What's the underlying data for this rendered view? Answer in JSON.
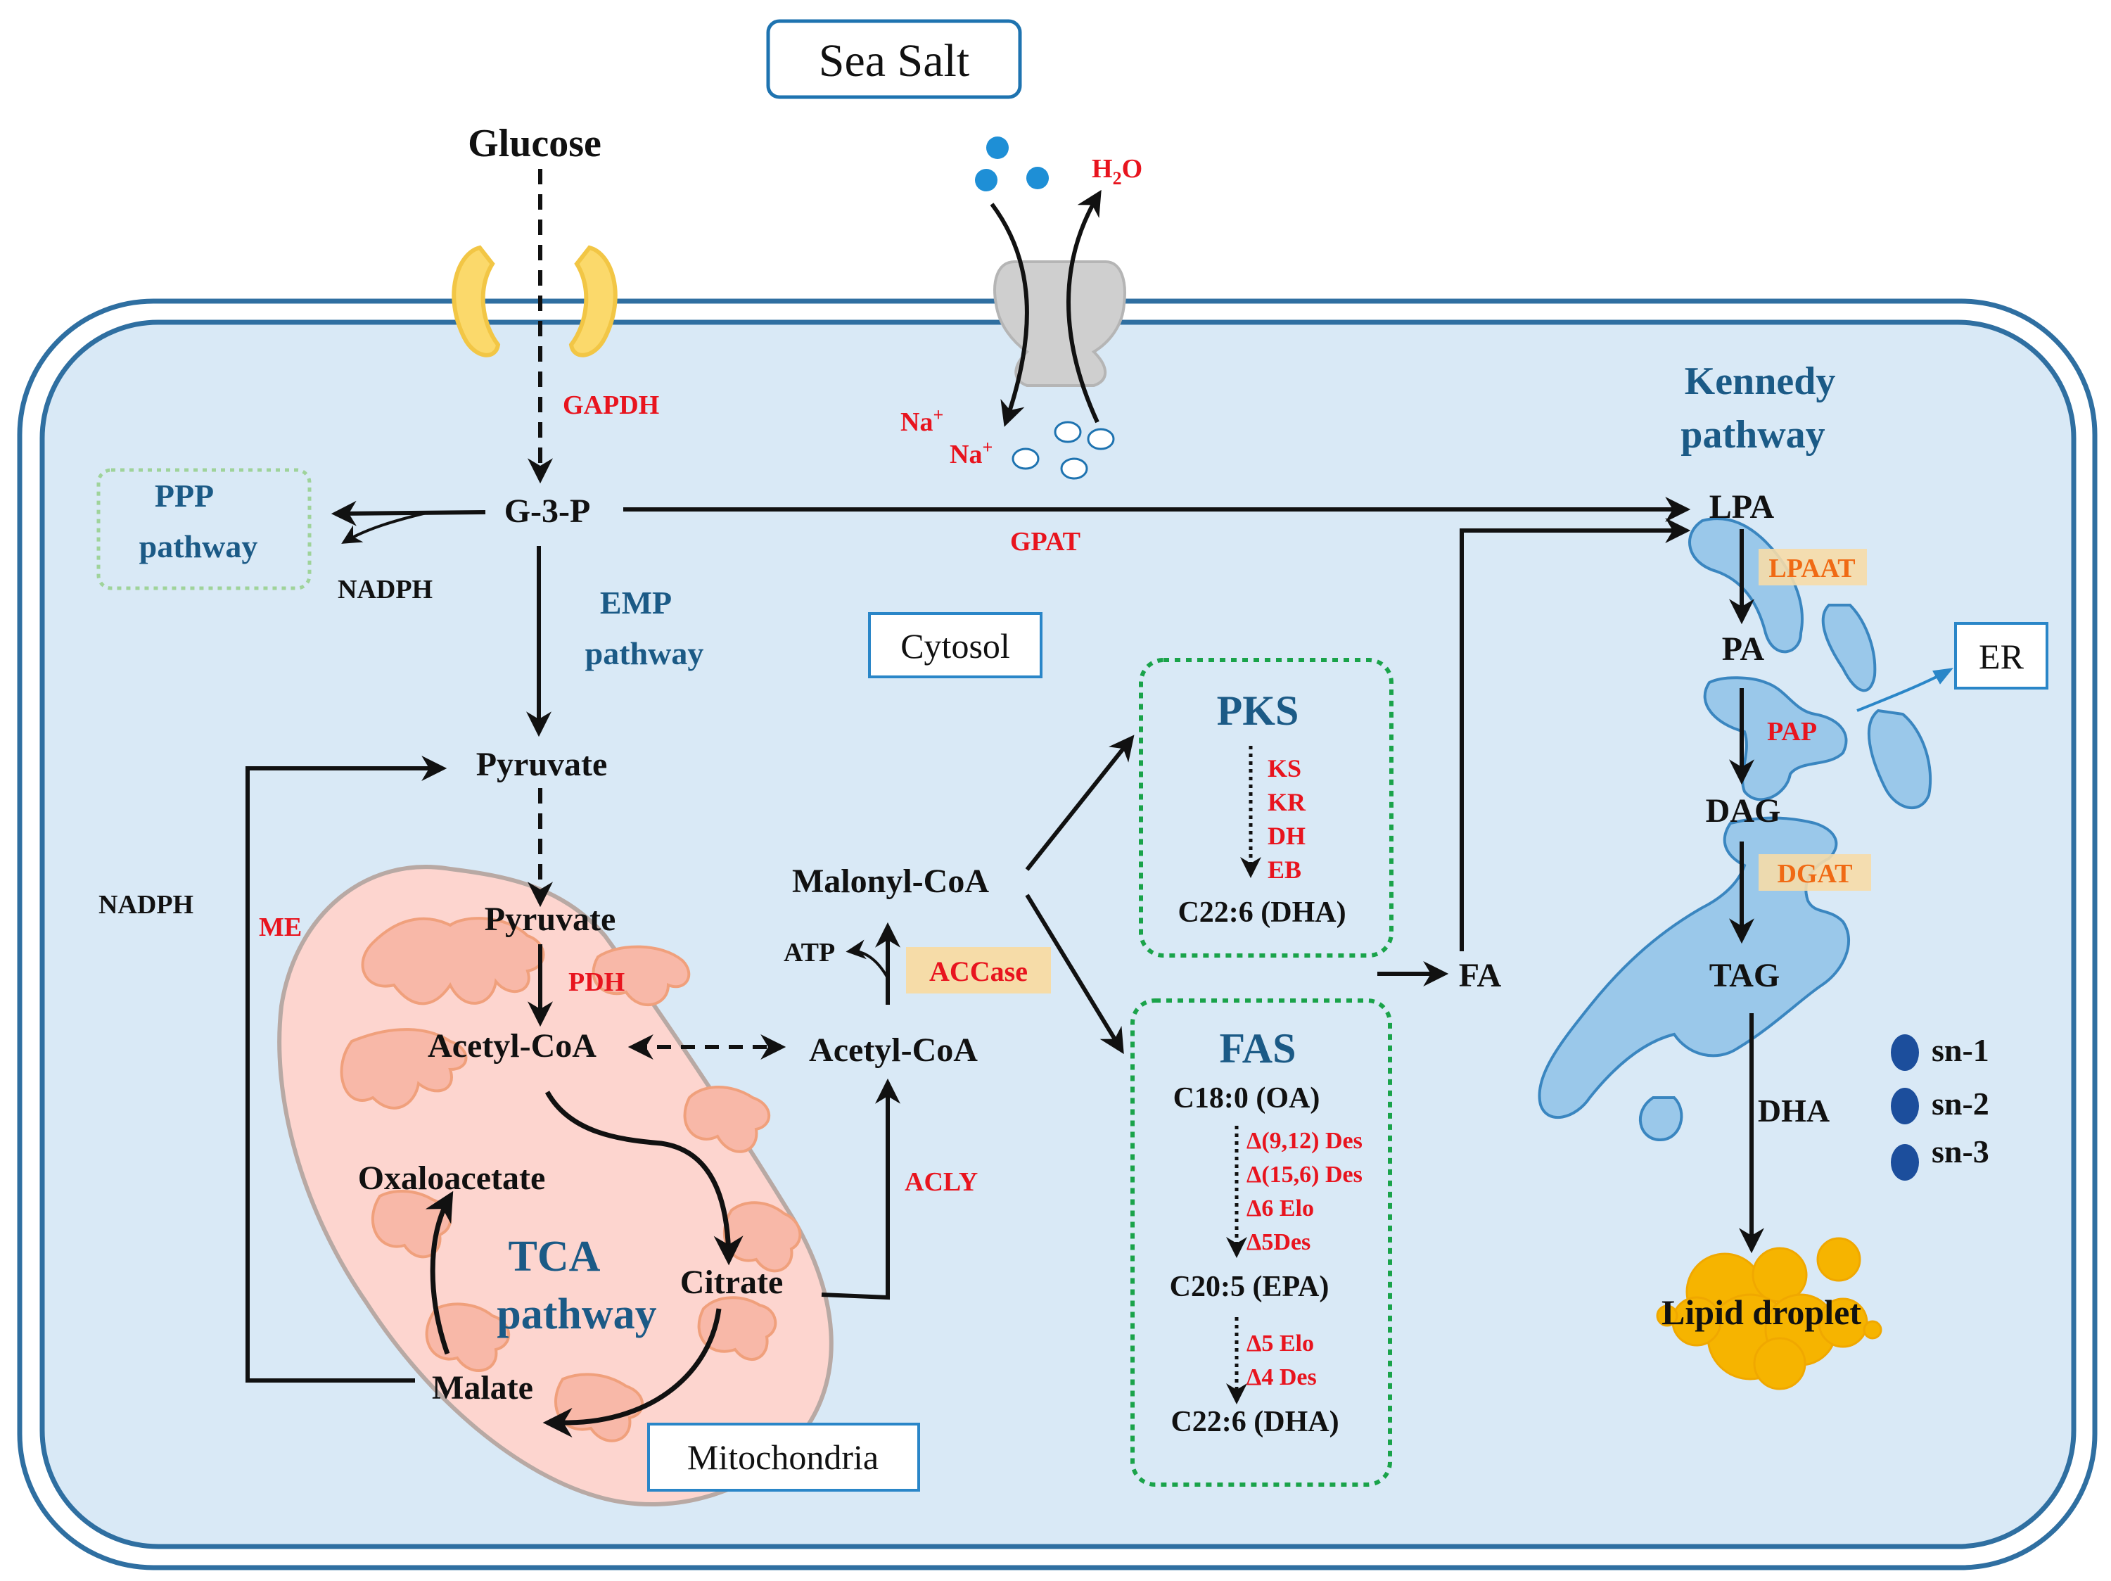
{
  "colors": {
    "enzyme_red": "#e8141e",
    "pathway_blue": "#1b5a86",
    "cell_fill": "#d9e9f6",
    "cell_border": "#2f6fa1",
    "box_blue": "#2a86c8",
    "green_dotted": "#1aa34a",
    "ppp_dotted": "#9fd39a",
    "mito_fill": "#fdd5cf",
    "cristae_fill": "#f8b8a8",
    "er_fill": "#9ac8ea",
    "lipid_yellow": "#f6b400",
    "highlight_tan": "#f6dca8"
  },
  "icons": [
    "glucose-transporter-icon",
    "ion-channel-icon",
    "water-molecule-icon",
    "sodium-ion-icon",
    "dha-dot-icon",
    "lipid-droplet-icon"
  ],
  "labels": {
    "sea_salt": "Sea Salt",
    "glucose": "Glucose",
    "h2o": "H",
    "h2o_sub": "2",
    "h2o_end": "O",
    "na": "Na",
    "na_sup": "+",
    "gapdh": "GAPDH",
    "g3p": "G-3-P",
    "ppp_1": "PPP",
    "ppp_2": "pathway",
    "nadph": "NADPH",
    "gpat": "GPAT",
    "emp_1": "EMP",
    "emp_2": "pathway",
    "cytosol": "Cytosol",
    "pyruvate": "Pyruvate",
    "me": "ME",
    "pdh": "PDH",
    "acetyl_coa": "Acetyl-CoA",
    "oxaloacetate": "Oxaloacetate",
    "tca_1": "TCA",
    "tca_2": "pathway",
    "citrate": "Citrate",
    "malate": "Malate",
    "mitochondria": "Mitochondria",
    "malonyl_coa": "Malonyl-CoA",
    "atp": "ATP",
    "accase": "ACCase",
    "acly": "ACLY",
    "pks": "PKS",
    "ks": "KS",
    "kr": "KR",
    "dh": "DH",
    "eb": "EB",
    "c226_dha": "C22:6 (DHA)",
    "fas": "FAS",
    "c180": "C18:0 (OA)",
    "des_9_12": "Δ(9,12) Des",
    "des_15_6": "Δ(15,6) Des",
    "elo_6": "Δ6 Elo",
    "des_5": "Δ5Des",
    "c205": "C20:5 (EPA)",
    "elo_5": "Δ5 Elo",
    "des_4": "Δ4 Des",
    "fa": "FA",
    "kennedy_1": "Kennedy",
    "kennedy_2": "pathway",
    "lpa": "LPA",
    "lpaat": "LPAAT",
    "pa": "PA",
    "er": "ER",
    "pap": "PAP",
    "dag": "DAG",
    "dgat": "DGAT",
    "tag": "TAG",
    "dha": "DHA",
    "sn1": "sn-1",
    "sn2": "sn-2",
    "sn3": "sn-3",
    "lipid_droplet": "Lipid droplet"
  }
}
